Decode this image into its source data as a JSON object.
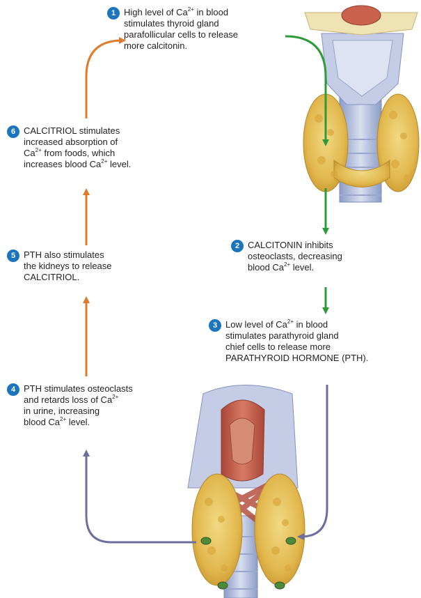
{
  "colors": {
    "badge": "#1b75bc",
    "orange_arrow": "#e07b2b",
    "green_arrow": "#2e9b3a",
    "purple_arrow": "#6c6e9e",
    "gland_yellow": "#e8c15a",
    "trachea_blue": "#aab6d6",
    "muscle_red": "#c9614c"
  },
  "steps": [
    {
      "number": "1",
      "lines": [
        [
          "High level of Ca",
          "2+",
          " in blood"
        ],
        [
          "stimulates thyroid gland"
        ],
        [
          "parafollicular cells to release"
        ],
        [
          "more calcitonin."
        ]
      ]
    },
    {
      "number": "2",
      "lines": [
        [
          "CALCITONIN inhibits"
        ],
        [
          "osteoclasts, decreasing"
        ],
        [
          "blood Ca",
          "2+",
          " level."
        ]
      ]
    },
    {
      "number": "3",
      "lines": [
        [
          "Low level of Ca",
          "2+",
          " in blood"
        ],
        [
          "stimulates parathyroid gland"
        ],
        [
          "chief cells to release more"
        ],
        [
          "PARATHYROID HORMONE (PTH)."
        ]
      ]
    },
    {
      "number": "4",
      "lines": [
        [
          "PTH stimulates osteoclasts"
        ],
        [
          "and retards loss of Ca",
          "2+"
        ],
        [
          "in urine, increasing"
        ],
        [
          "blood Ca",
          "2+",
          " level."
        ]
      ]
    },
    {
      "number": "5",
      "lines": [
        [
          "PTH also stimulates"
        ],
        [
          "the kidneys to release"
        ],
        [
          "CALCITRIOL."
        ]
      ]
    },
    {
      "number": "6",
      "lines": [
        [
          "CALCITRIOL stimulates"
        ],
        [
          "increased absorption of"
        ],
        [
          "Ca",
          "2+",
          " from foods, which"
        ],
        [
          "increases blood Ca",
          "2+",
          " level."
        ]
      ]
    }
  ]
}
